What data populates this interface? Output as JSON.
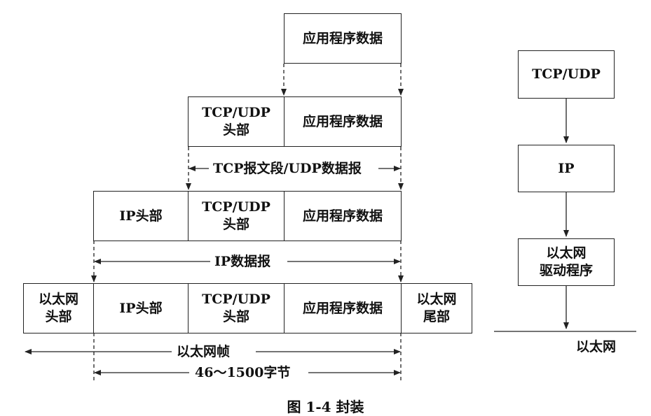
{
  "layers": {
    "r1": {
      "data": "应用程序数据"
    },
    "r2": {
      "tcp_header": "TCP/UDP\n头部",
      "data": "应用程序数据",
      "span": "TCP报文段/UDP数据报"
    },
    "r3": {
      "ip_header": "IP头部",
      "tcp_header": "TCP/UDP\n头部",
      "data": "应用程序数据",
      "span": "IP数据报"
    },
    "r4": {
      "eth_header": "以太网\n头部",
      "ip_header": "IP头部",
      "tcp_header": "TCP/UDP\n头部",
      "data": "应用程序数据",
      "eth_trailer": "以太网\n尾部",
      "span_frame": "以太网帧",
      "span_payload": "46～1500字节"
    }
  },
  "stack": {
    "tcpudp": "TCP/UDP",
    "ip": "IP",
    "driver": "以太网\n驱动程序",
    "network": "以太网"
  },
  "caption": "图 1-4   封装"
}
